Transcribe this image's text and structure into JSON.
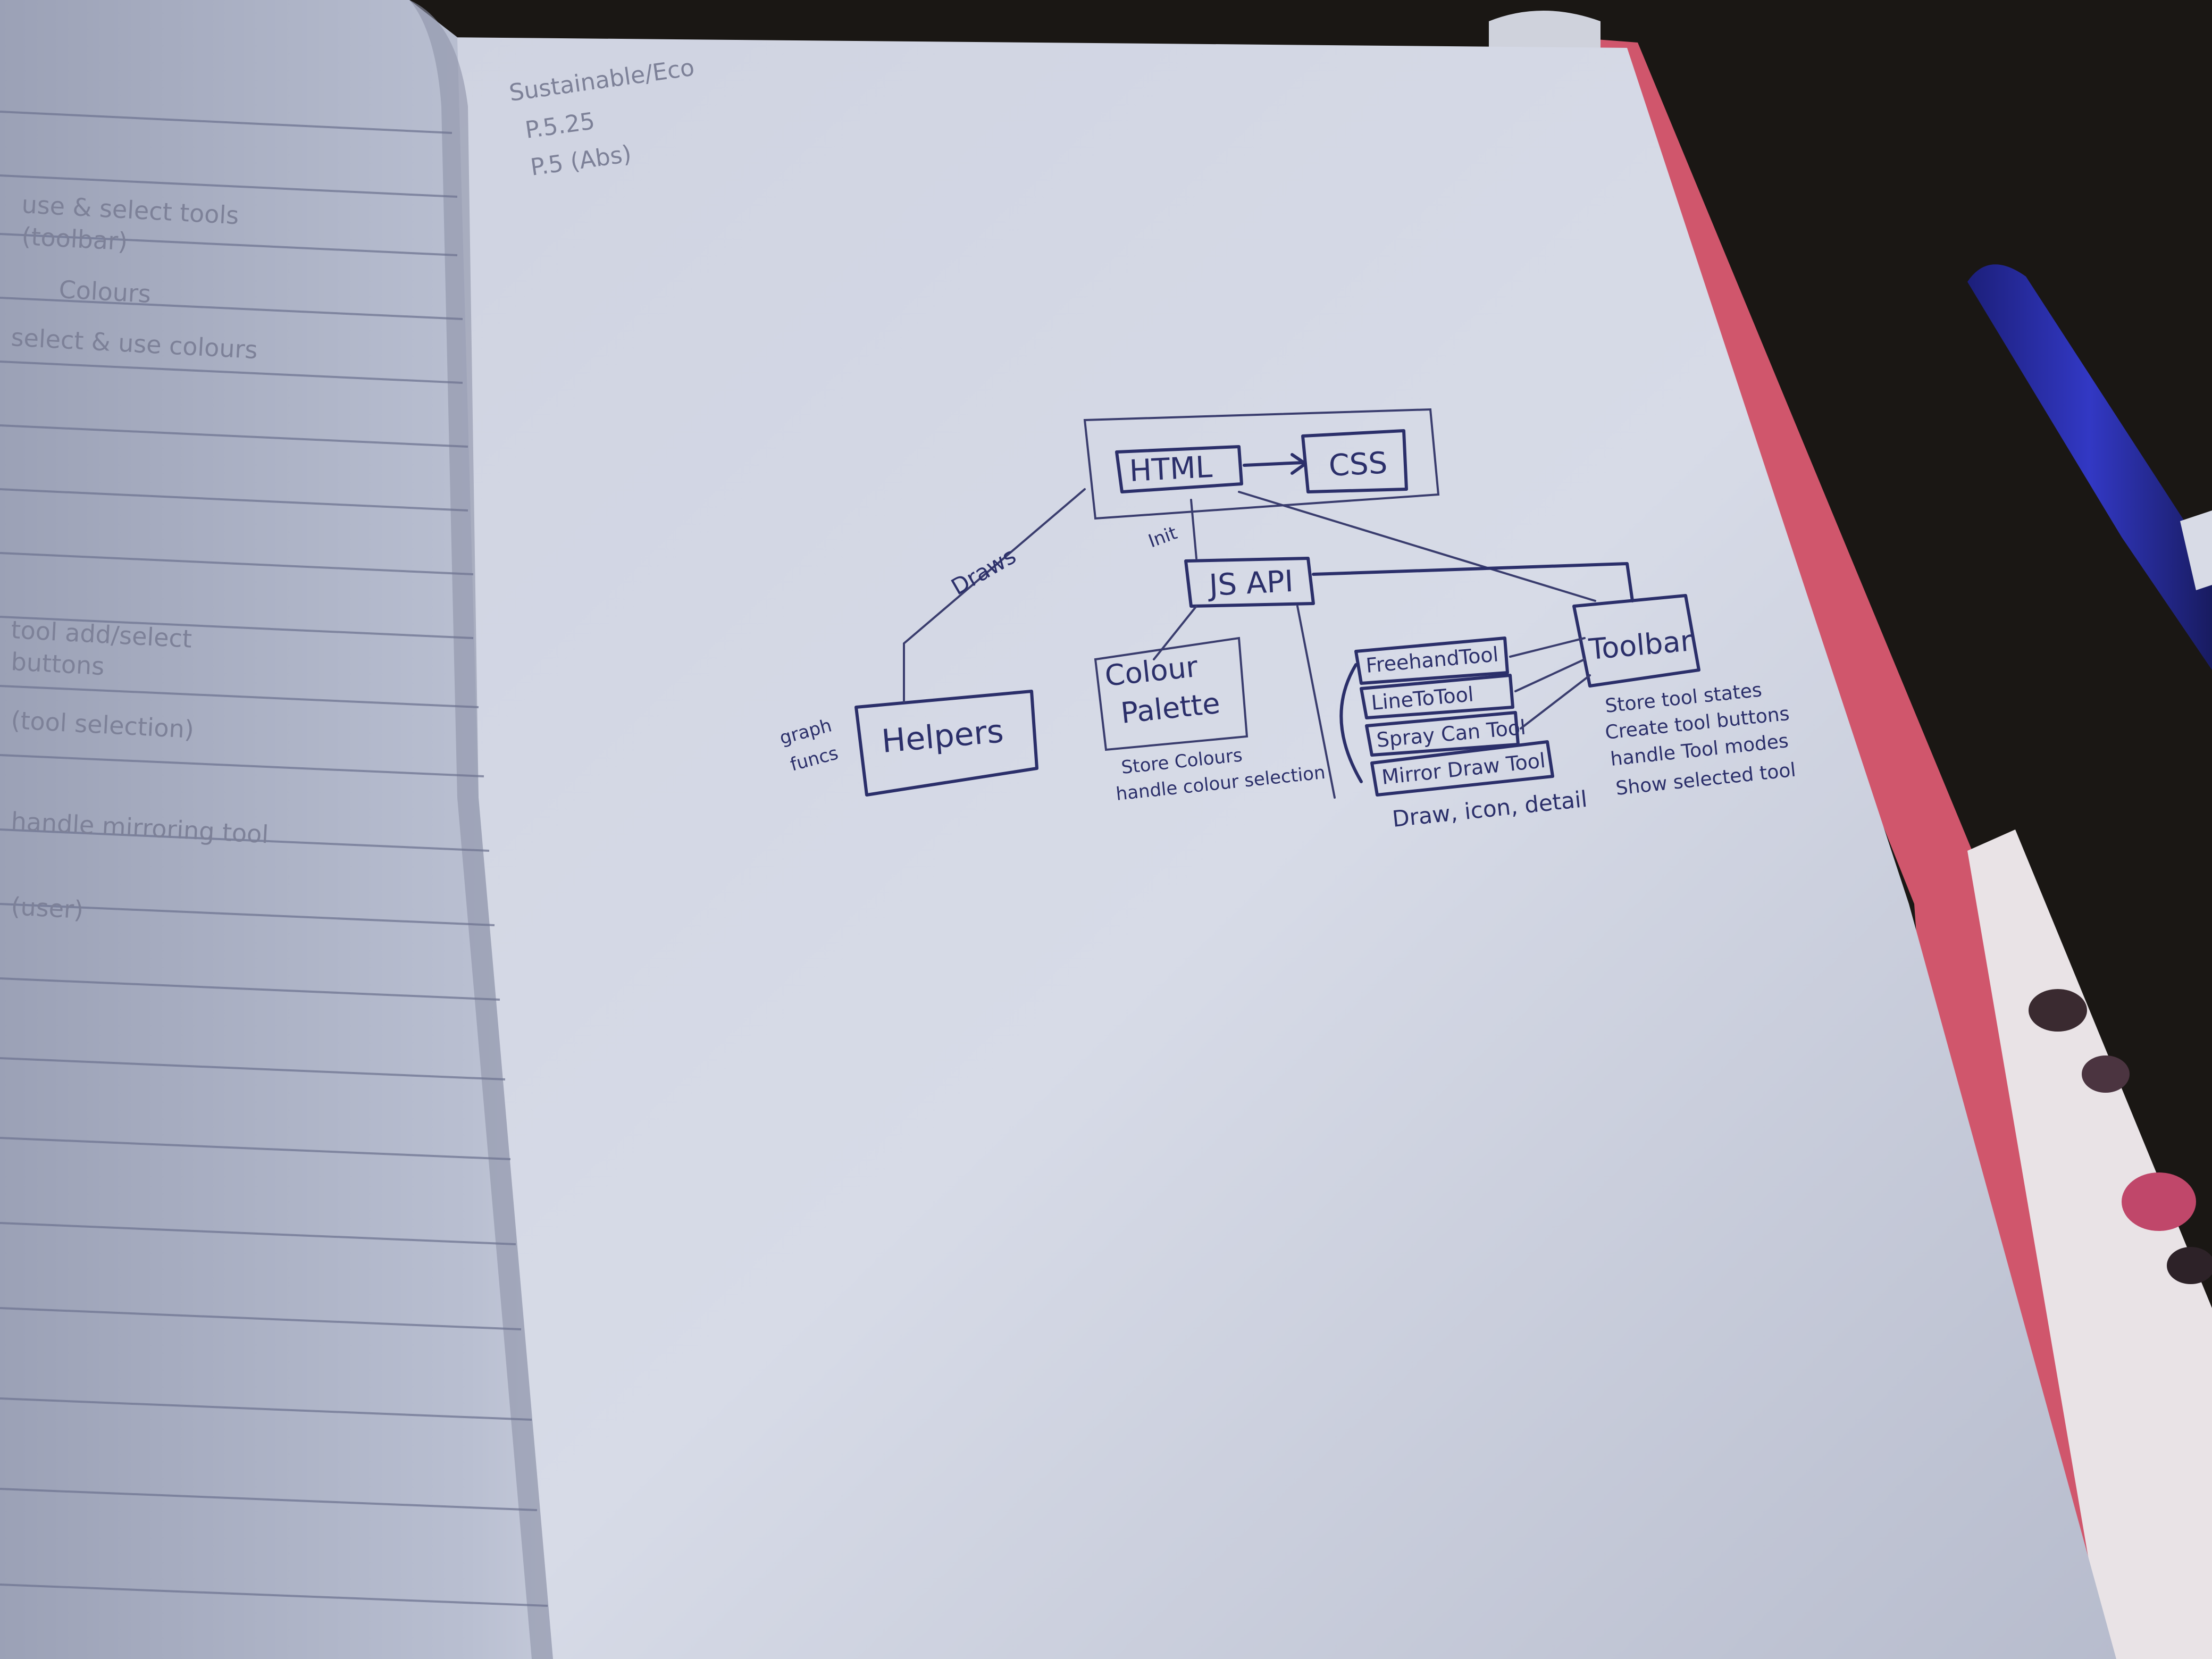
{
  "scene": {
    "type": "photo of an open notebook with a hand-drawn diagram",
    "colors": {
      "background": "#1a1714",
      "page_right": "#d7dbe7",
      "page_left": "#b9bfd1",
      "ink": "#2b2f6a",
      "cover_edge": "#d0566c",
      "pen_body": "#2a2fb0"
    }
  },
  "header_notes": {
    "line1": "Sustainable/Eco",
    "line2": "P.5.25",
    "line3": "P.5 (Abs)"
  },
  "diagram": {
    "nodes": {
      "html": "HTML",
      "css": "CSS",
      "js_api": "JS API",
      "helpers": "Helpers",
      "colour_palette_line1": "Colour",
      "colour_palette_line2": "Palette",
      "toolbar": "Toolbar",
      "tool1": "FreehandTool",
      "tool2": "LineToTool",
      "tool3": "Spray Can Tool",
      "tool4": "Mirror Draw Tool"
    },
    "edge_labels": {
      "html_helpers": "Draws",
      "html_jsapi": "Init",
      "helpers_side_1": "graph",
      "helpers_side_2": "funcs"
    },
    "annotations": {
      "palette_note1": "Store Colours",
      "palette_note2": "handle colour selection",
      "tools_note": "Draw, icon, detail",
      "toolbar_note1": "Store tool states",
      "toolbar_note2": "Create tool buttons",
      "toolbar_note3": "handle Tool modes",
      "toolbar_note4": "Show selected tool"
    }
  },
  "left_page_notes": {
    "n1": "use & select tools",
    "n2": "(toolbar)",
    "n3": "Colours",
    "n4": "select & use colours",
    "n5": "tool add/select",
    "n6": "buttons",
    "n7": "(tool selection)",
    "n8": "handle mirroring tool",
    "n9": "(user)"
  }
}
